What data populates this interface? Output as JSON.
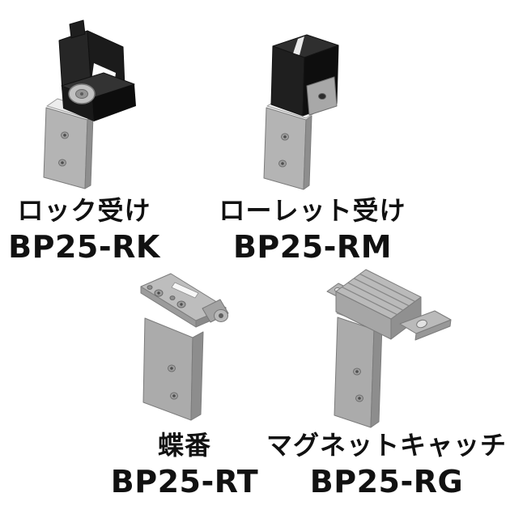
{
  "panel": {
    "background": "#ffffff",
    "description_labels_language": "ja"
  },
  "colors": {
    "metal_highlight": "#ededed",
    "metal": "#b4b4b4",
    "metal_shadow": "#8e8e8e",
    "outline": "#7c7c7c",
    "plastic_black": "#1b1b1b",
    "text": "#111111"
  },
  "products": [
    {
      "name_ja": "ロック受け",
      "model": "BP25-RK",
      "illustration": "lock-receiver-isometric-drawing"
    },
    {
      "name_ja": "ローレット受け",
      "model": "BP25-RM",
      "illustration": "knurled-receiver-isometric-drawing"
    },
    {
      "name_ja": "蝶番",
      "model": "BP25-RT",
      "illustration": "hinge-isometric-drawing"
    },
    {
      "name_ja": "マグネットキャッチ",
      "model": "BP25-RG",
      "illustration": "magnet-catch-isometric-drawing"
    }
  ]
}
